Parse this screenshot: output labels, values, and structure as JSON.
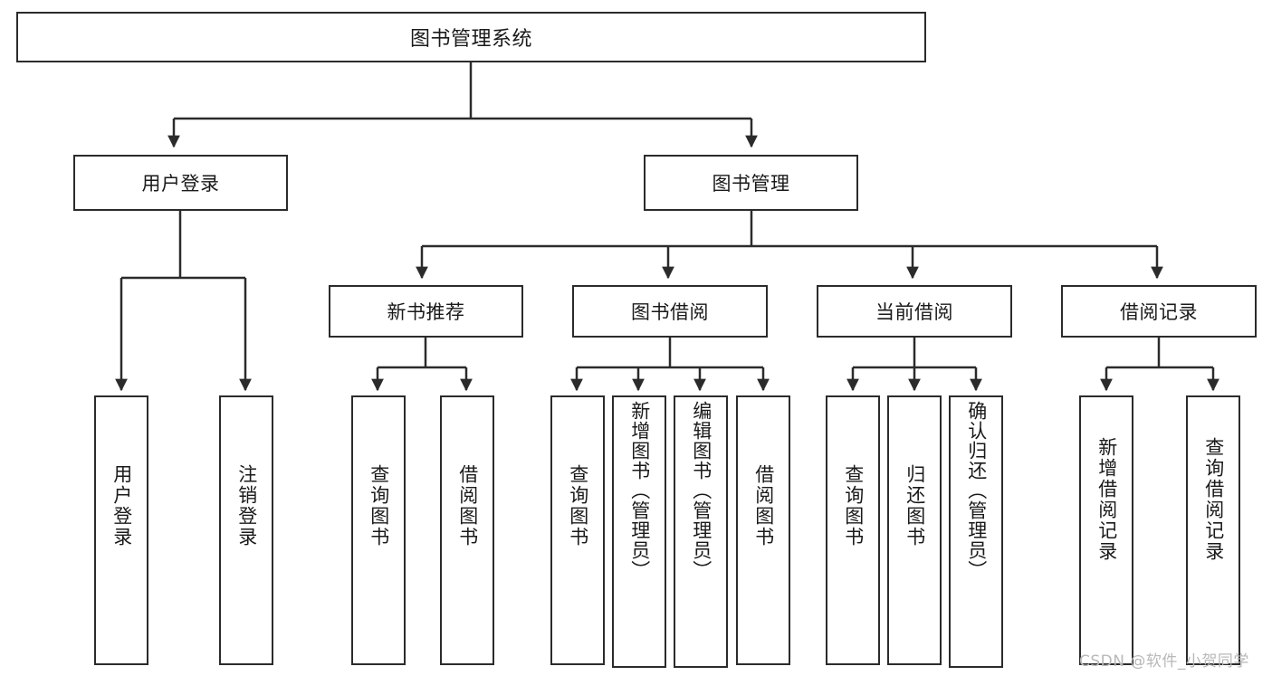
{
  "diagram": {
    "title": "图书管理系统",
    "type": "tree-hierarchy",
    "colors": {
      "box_border": "#2b2b2b",
      "box_fill": "#ffffff",
      "edge": "#2b2b2b",
      "text": "#1a1a1a",
      "watermark": "#b8b8b8"
    },
    "nodes": {
      "root": {
        "label": "图书管理系统"
      },
      "level2": [
        {
          "id": "user-login",
          "label": "用户登录"
        },
        {
          "id": "book-manage",
          "label": "图书管理"
        }
      ],
      "level3": [
        {
          "id": "new-book-recommend",
          "label": "新书推荐"
        },
        {
          "id": "book-borrow",
          "label": "图书借阅"
        },
        {
          "id": "current-borrow",
          "label": "当前借阅"
        },
        {
          "id": "borrow-record",
          "label": "借阅记录"
        }
      ],
      "leaves": {
        "user-login": [
          {
            "id": "leaf-user-login",
            "label": "用户登录"
          },
          {
            "id": "leaf-user-logout",
            "label": "注销登录"
          }
        ],
        "new-book-recommend": [
          {
            "id": "leaf-query-book-1",
            "label": "查询图书"
          },
          {
            "id": "leaf-borrow-book-1",
            "label": "借阅图书"
          }
        ],
        "book-borrow": [
          {
            "id": "leaf-query-book-2",
            "label": "查询图书"
          },
          {
            "id": "leaf-add-book-admin",
            "label": "新增图书（管理员）"
          },
          {
            "id": "leaf-edit-book-admin",
            "label": "编辑图书（管理员）"
          },
          {
            "id": "leaf-borrow-book-2",
            "label": "借阅图书"
          }
        ],
        "current-borrow": [
          {
            "id": "leaf-query-book-3",
            "label": "查询图书"
          },
          {
            "id": "leaf-return-book",
            "label": "归还图书"
          },
          {
            "id": "leaf-confirm-return-admin",
            "label": "确认归还（管理员）"
          }
        ],
        "borrow-record": [
          {
            "id": "leaf-add-borrow-record",
            "label": "新增借阅记录"
          },
          {
            "id": "leaf-query-borrow-record",
            "label": "查询借阅记录"
          }
        ]
      }
    },
    "watermark": "CSDN @软件_小贺同学"
  }
}
